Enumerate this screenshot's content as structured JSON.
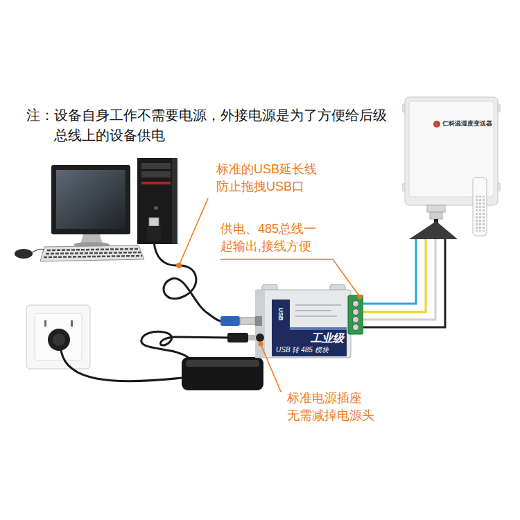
{
  "diagram": {
    "nodes": [
      {
        "text": [
          "仁科温湿度变送器"
        ]
      },
      {
        "text": [
          "USB",
          "工业级",
          "USB 转 485 模块"
        ]
      }
    ],
    "edges": [
      {
        "from": 1,
        "to": 0,
        "arrow": "none"
      },
      {
        "from": 1,
        "to": 0,
        "arrow": "none"
      },
      {
        "from": 1,
        "to": 0,
        "arrow": "none"
      },
      {
        "from": 1,
        "to": 0,
        "arrow": "none"
      }
    ],
    "labels": [
      "注：设备自身工作不需要电源，外接电源是为了方便给后级 总线上的设备供电",
      "标准的USB延长线 防止拖拽USB口",
      "供电、485总线一 起输出,接线方便",
      "标准电源插座 无需减掉电源头"
    ]
  }
}
